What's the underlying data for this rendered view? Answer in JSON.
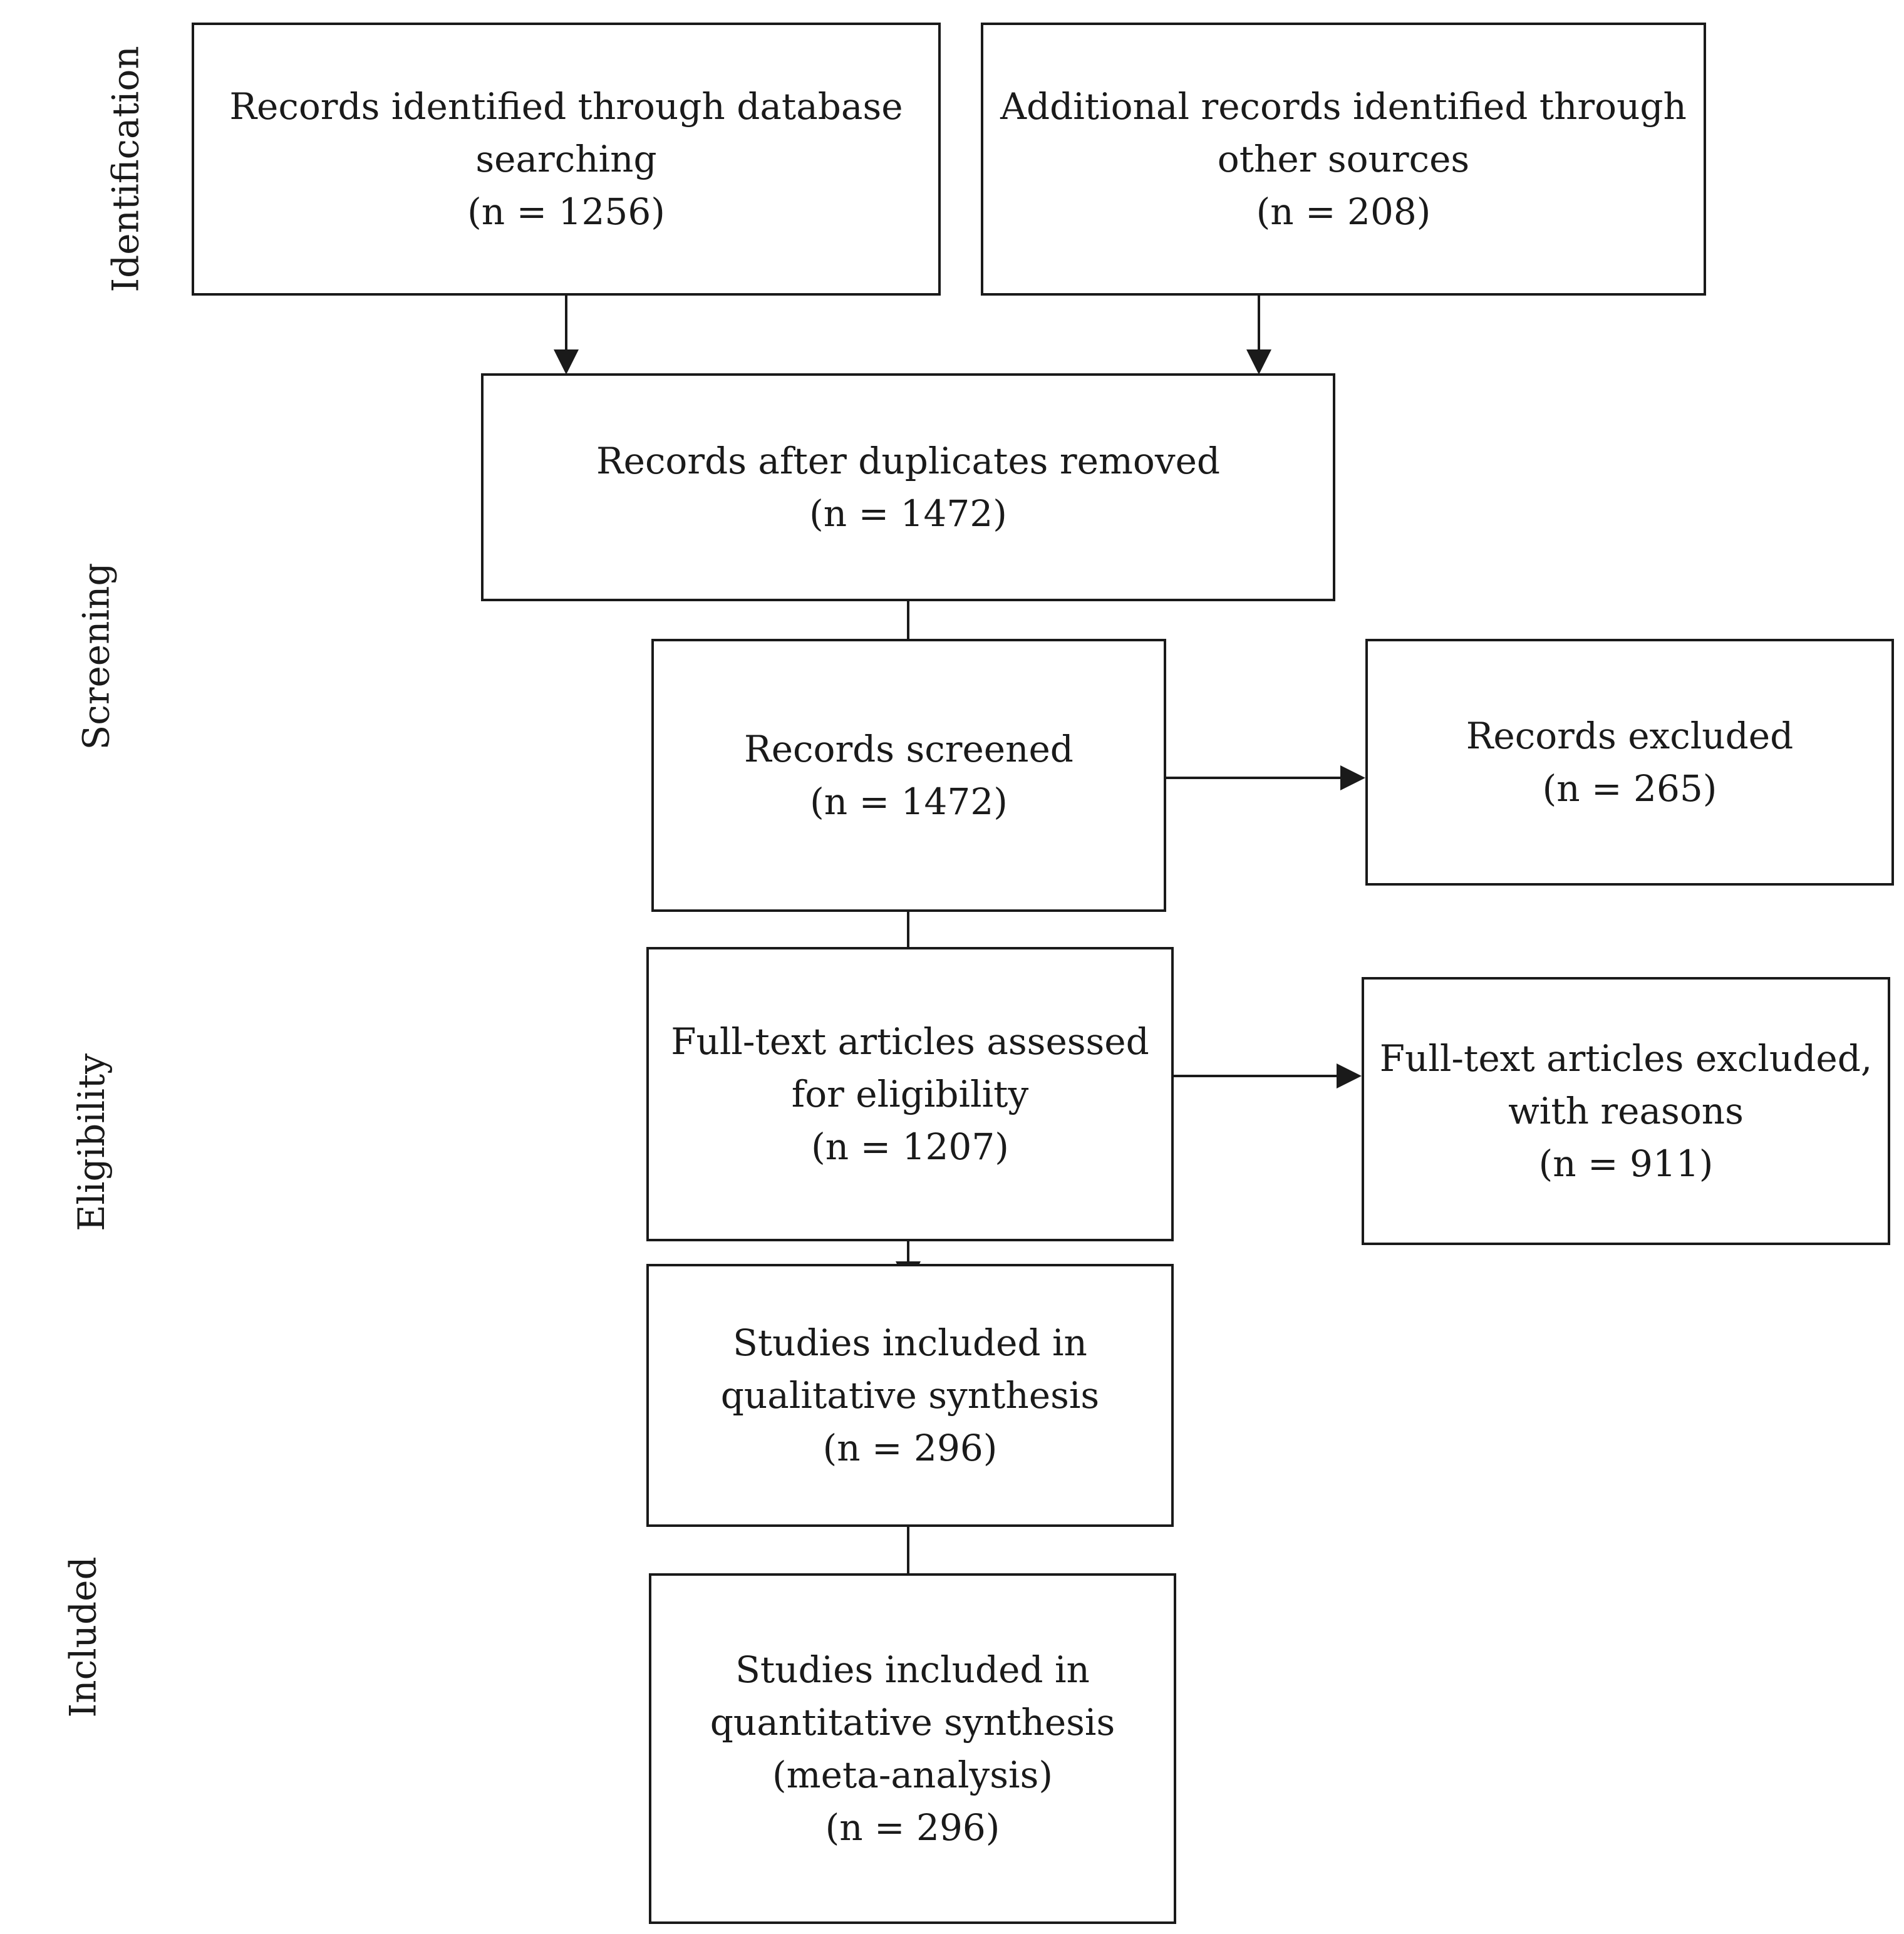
{
  "stages": {
    "identification": "Identification",
    "screening": "Screening",
    "eligibility": "Eligibility",
    "included": "Included"
  },
  "nodes": {
    "database_records": {
      "lines": [
        "Records identified through database",
        "searching",
        "(n = 1256)"
      ],
      "count": 1256
    },
    "other_sources": {
      "lines": [
        "Additional records identified through",
        "other sources",
        "(n = 208)"
      ],
      "count": 208
    },
    "after_duplicates": {
      "lines": [
        "Records after duplicates removed",
        "(n = 1472)"
      ],
      "count": 1472
    },
    "screened": {
      "lines": [
        "Records screened",
        "(n = 1472)"
      ],
      "count": 1472
    },
    "excluded": {
      "lines": [
        "Records excluded",
        "(n = 265)"
      ],
      "count": 265
    },
    "fulltext_assessed": {
      "lines": [
        "Full-text articles assessed",
        "for eligibility",
        "(n = 1207)"
      ],
      "count": 1207
    },
    "fulltext_excluded": {
      "lines": [
        "Full-text articles excluded,",
        "with reasons",
        "(n = 911)"
      ],
      "count": 911
    },
    "qualitative": {
      "lines": [
        "Studies included in",
        "qualitative synthesis",
        "(n = 296)"
      ],
      "count": 296
    },
    "quantitative": {
      "lines": [
        "Studies included in",
        "quantitative synthesis",
        "(meta-analysis)",
        "(n = 296)"
      ],
      "count": 296
    }
  },
  "edges": [
    {
      "from": "database_records",
      "to": "after_duplicates"
    },
    {
      "from": "other_sources",
      "to": "after_duplicates"
    },
    {
      "from": "after_duplicates",
      "to": "screened"
    },
    {
      "from": "screened",
      "to": "excluded"
    },
    {
      "from": "screened",
      "to": "fulltext_assessed"
    },
    {
      "from": "fulltext_assessed",
      "to": "fulltext_excluded"
    },
    {
      "from": "fulltext_assessed",
      "to": "qualitative"
    },
    {
      "from": "qualitative",
      "to": "quantitative"
    }
  ],
  "colors": {
    "stroke": "#1a1a1a",
    "background": "#ffffff"
  }
}
